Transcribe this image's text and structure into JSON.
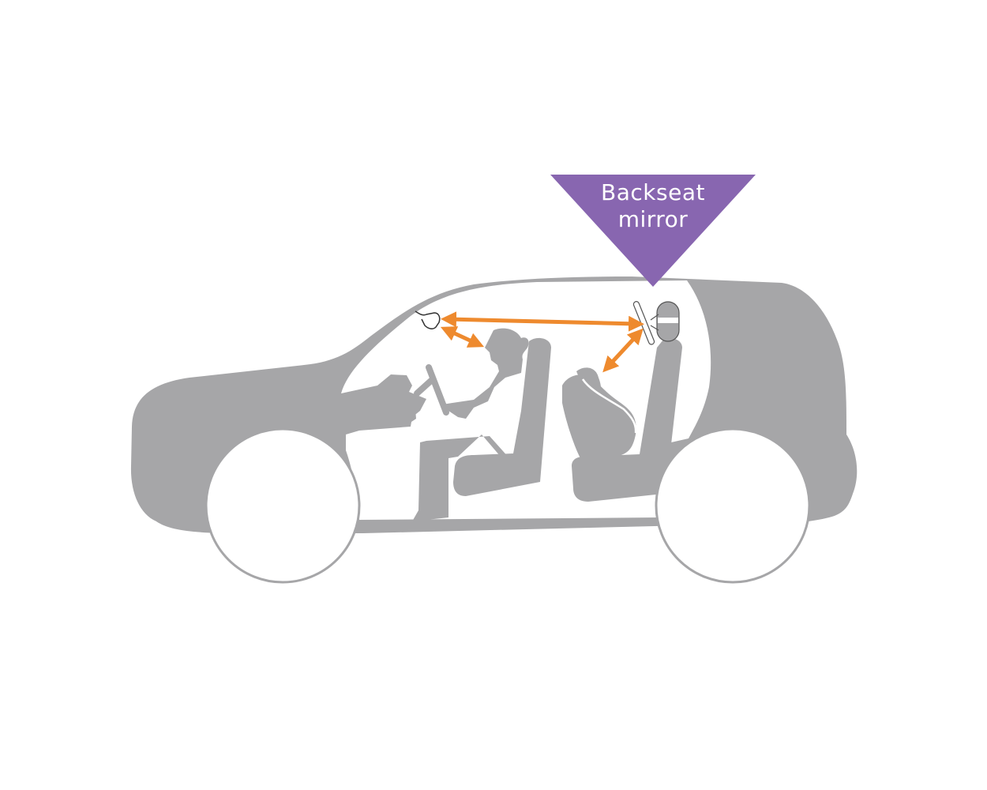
{
  "callout": {
    "line1": "Backseat",
    "line2": "mirror",
    "color": "#8866b0"
  },
  "colors": {
    "car_body": "#a6a6a8",
    "sightline_arrows": "#ee8a2e",
    "background": "#ffffff",
    "wheel_fill": "#ffffff",
    "wheel_outline": "#a6a6a8"
  },
  "elements": {
    "vehicle": "suv-side-silhouette",
    "front_occupant": "driver-silhouette",
    "rear_occupant": "infant-in-car-seat",
    "front_mirror": "rearview-mirror-icon",
    "rear_mirror": "backseat-mirror-icon",
    "arrows": [
      "rearview-to-backseat-mirror",
      "driver-to-rearview",
      "backseat-mirror-to-infant"
    ]
  }
}
